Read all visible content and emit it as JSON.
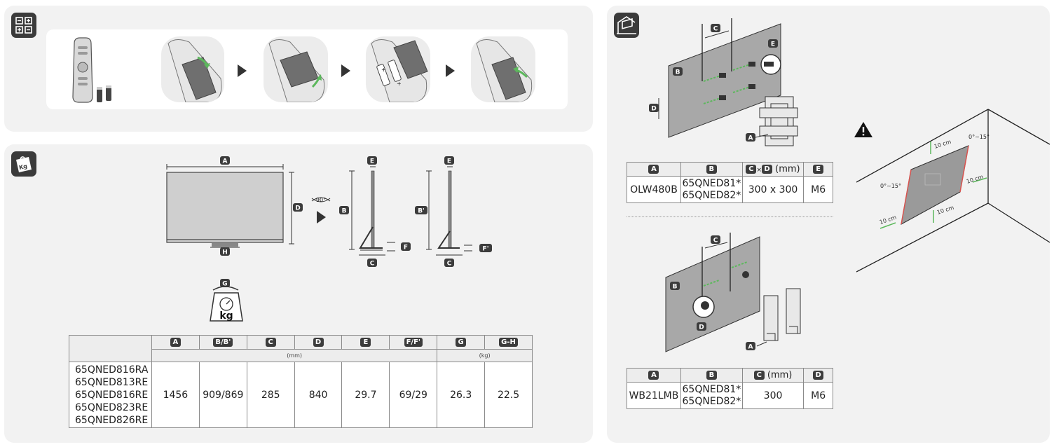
{
  "battery_section": {
    "steps_count": 4
  },
  "dimensions_section": {
    "diagram_labels": {
      "a": "A",
      "b": "B",
      "b_prime": "B'",
      "c": "C",
      "d": "D",
      "e": "E",
      "f": "F",
      "f_prime": "F'",
      "g": "G",
      "h": "H",
      "rotate": "90°",
      "kg": "kg"
    },
    "table": {
      "headers": [
        "A",
        "B/B'",
        "C",
        "D",
        "E",
        "F/F'",
        "G",
        "G-H"
      ],
      "unit_mm": "(mm)",
      "unit_kg": "(kg)",
      "models": [
        "65QNED816RA",
        "65QNED813RE",
        "65QNED816RE",
        "65QNED823RE",
        "65QNED826RE"
      ],
      "values": [
        "1456",
        "909/869",
        "285",
        "840",
        "29.7",
        "69/29",
        "26.3",
        "22.5"
      ]
    }
  },
  "wall_mount_section": {
    "table1": {
      "headers": {
        "a": "A",
        "b": "B",
        "cd_c": "C",
        "cd_x": "×",
        "cd_d": "D",
        "cd_unit": "(mm)",
        "e": "E"
      },
      "model": "OLW480B",
      "compatible": [
        "65QNED81*",
        "65QNED82*"
      ],
      "size": "300 x 300",
      "screw": "M6"
    },
    "table2": {
      "headers": {
        "a": "A",
        "b": "B",
        "c": "C",
        "c_unit": "(mm)",
        "d": "D"
      },
      "model": "WB21LMB",
      "compatible": [
        "65QNED81*",
        "65QNED82*"
      ],
      "size": "300",
      "screw": "M6"
    },
    "clearance": {
      "tilt_left": "0°~15°",
      "tilt_right": "0°~15°",
      "gap_top": "10 cm",
      "gap_right": "10 cm",
      "gap_bottom": "10 cm",
      "gap_left": "10 cm"
    },
    "diagram_labels": {
      "a": "A",
      "b": "B",
      "c": "C",
      "d": "D",
      "e": "E"
    }
  },
  "colors": {
    "panel_bg": "#f2f2f2",
    "icon_bg": "#3b3b3b",
    "accent_green": "#5cb85c",
    "warning": "#111111",
    "tilt_red": "#d9534f"
  }
}
